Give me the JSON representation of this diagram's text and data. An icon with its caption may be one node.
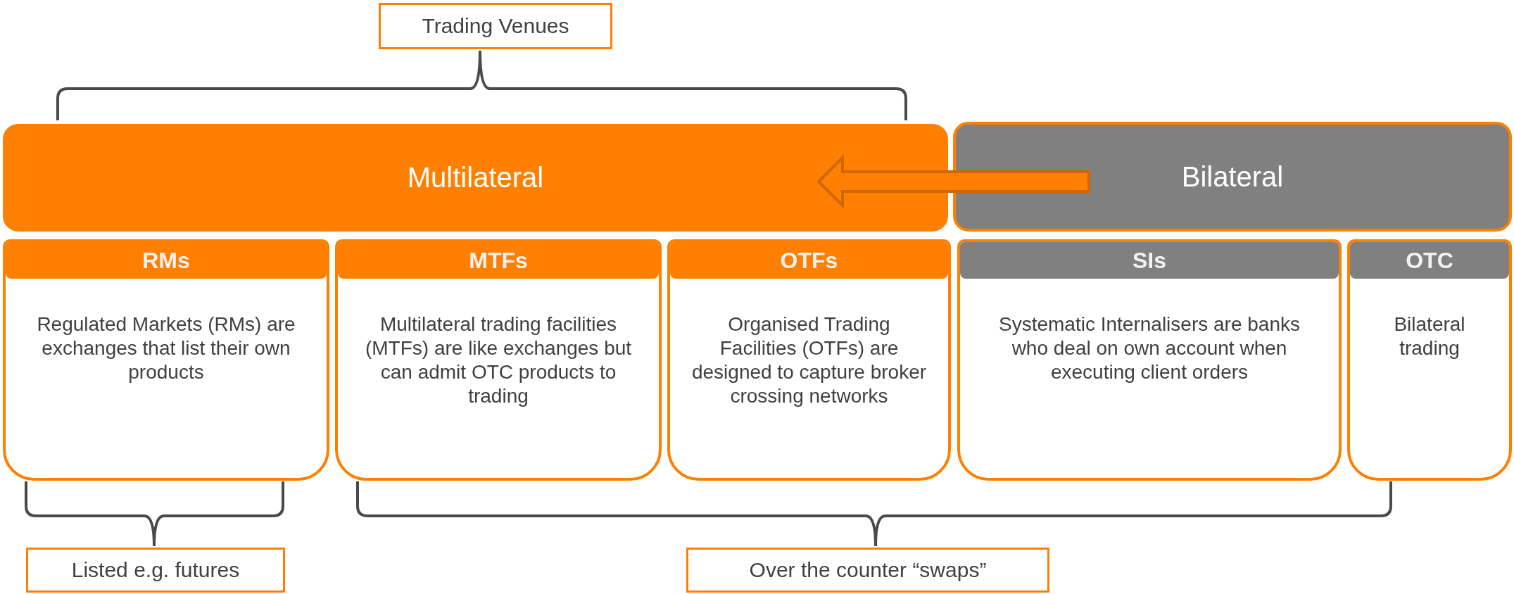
{
  "diagram": {
    "nodes": [
      {
        "text": [
          "Trading Venues"
        ]
      },
      {
        "text": [
          "Multilateral"
        ]
      },
      {
        "text": [
          "Bilateral"
        ]
      },
      {
        "text": [
          "RMs",
          "Regulated Markets (RMs) are exchanges that list their own products"
        ]
      },
      {
        "text": [
          "MTFs",
          "Multilateral trading facilities (MTFs) are like exchanges but can admit OTC products to trading"
        ]
      },
      {
        "text": [
          "OTFs",
          "Organised Trading Facilities (OTFs) are designed to capture broker crossing networks"
        ]
      },
      {
        "text": [
          "SIs",
          "Systematic Internalisers are banks who deal on own account when executing client orders"
        ]
      },
      {
        "text": [
          "OTC",
          "Bilateral trading"
        ]
      },
      {
        "text": [
          "Listed e.g. futures"
        ]
      },
      {
        "text": [
          "Over the counter “swaps”"
        ]
      }
    ],
    "edges": [
      {
        "from": 2,
        "to": 1,
        "arrow": "to",
        "style": "thick"
      }
    ]
  }
}
